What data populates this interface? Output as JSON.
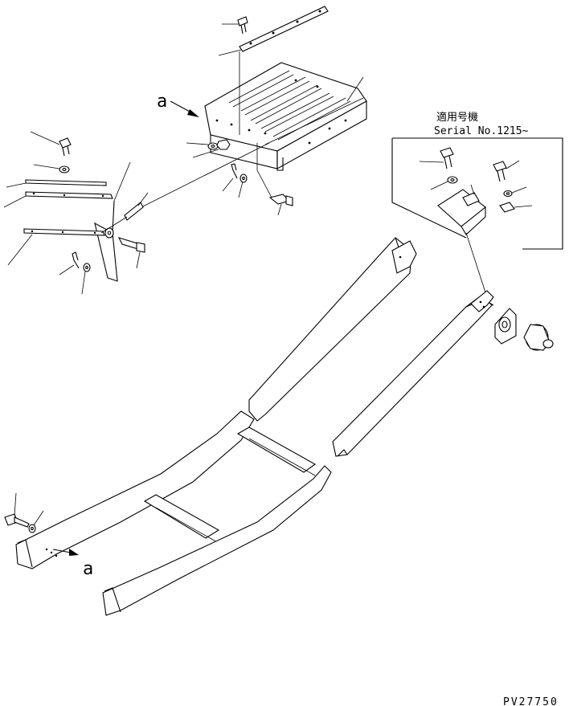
{
  "labels": {
    "ref_top": "a",
    "ref_bottom": "a",
    "serial_title": "適用号機",
    "serial_range": "Serial No.1215~",
    "drawing_number": "PV27750"
  }
}
